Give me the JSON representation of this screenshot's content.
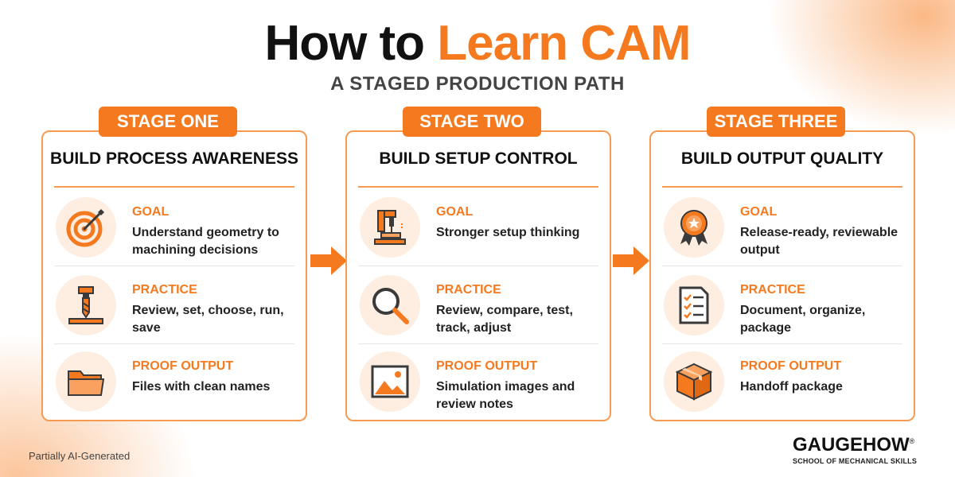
{
  "title": {
    "prefix": "How to ",
    "accent": "Learn CAM"
  },
  "subtitle": "A STAGED PRODUCTION PATH",
  "stages": [
    {
      "badge": "STAGE ONE",
      "heading": "BUILD PROCESS AWARENESS",
      "rows": [
        {
          "icon": "target-icon",
          "label": "GOAL",
          "text": "Understand geometry to machining decisions"
        },
        {
          "icon": "drill-icon",
          "label": "PRACTICE",
          "text": "Review, set, choose, run, save"
        },
        {
          "icon": "folder-icon",
          "label": "PROOF OUTPUT",
          "text": "Files with clean names"
        }
      ]
    },
    {
      "badge": "STAGE TWO",
      "heading": "BUILD SETUP CONTROL",
      "rows": [
        {
          "icon": "machine-setup-icon",
          "label": "GOAL",
          "text": "Stronger setup thinking"
        },
        {
          "icon": "magnifier-icon",
          "label": "PRACTICE",
          "text": "Review, compare, test, track, adjust"
        },
        {
          "icon": "image-icon",
          "label": "PROOF OUTPUT",
          "text": "Simulation images and review notes"
        }
      ]
    },
    {
      "badge": "STAGE THREE",
      "heading": "BUILD OUTPUT QUALITY",
      "rows": [
        {
          "icon": "award-ribbon-icon",
          "label": "GOAL",
          "text": "Release-ready, reviewable output"
        },
        {
          "icon": "checklist-icon",
          "label": "PRACTICE",
          "text": "Document, organize, package"
        },
        {
          "icon": "package-box-icon",
          "label": "PROOF OUTPUT",
          "text": "Handoff package"
        }
      ]
    }
  ],
  "footer": {
    "note": "Partially AI-Generated",
    "brand_name": "GAUGEHOW",
    "brand_mark": "®",
    "brand_tagline": "SCHOOL OF MECHANICAL SKILLS"
  },
  "colors": {
    "accent": "#f57a1f",
    "accent_light": "#fdeee1",
    "border": "#f79a52"
  }
}
